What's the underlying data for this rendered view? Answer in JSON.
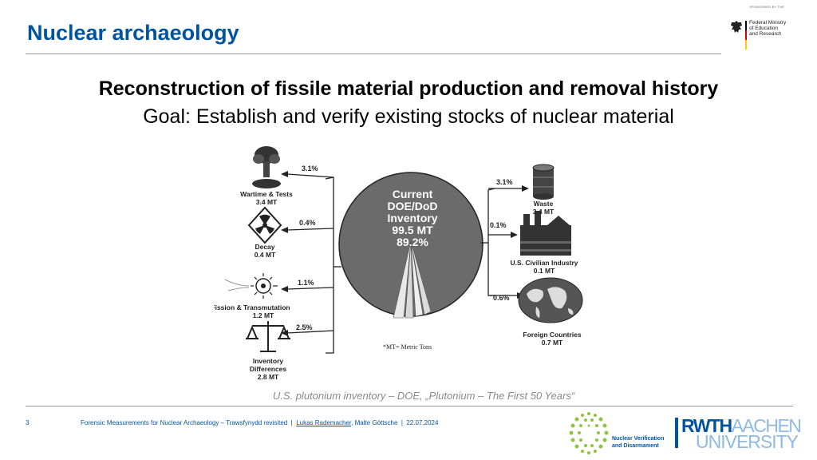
{
  "header": {
    "title": "Nuclear archaeology",
    "sponsor": {
      "tagline": "SPONSORED BY THE",
      "name_lines": [
        "Federal Ministry",
        "of Education",
        "and Research"
      ]
    }
  },
  "main": {
    "heading": "Reconstruction of fissile material production and removal history",
    "goal": "Goal: Establish and verify existing stocks of nuclear material"
  },
  "figure": {
    "center": {
      "lines": [
        "Current",
        "DOE/DoD",
        "Inventory",
        "99.5 MT",
        "89.2%"
      ]
    },
    "left_items": [
      {
        "name": "Wartime & Tests",
        "amount": "3.4 MT",
        "percent": "3.1%",
        "icon": "mushroom-cloud-icon"
      },
      {
        "name": "Decay",
        "amount": "0.4 MT",
        "percent": "0.4%",
        "icon": "radiation-diamond-icon"
      },
      {
        "name": "Fission & Transmutation",
        "amount": "1.2 MT",
        "percent": "1.1%",
        "icon": "starburst-icon"
      },
      {
        "name_lines": [
          "Inventory",
          "Differences"
        ],
        "amount": "2.8 MT",
        "percent": "2.5%",
        "icon": "balance-scale-icon"
      }
    ],
    "right_items": [
      {
        "name": "Waste",
        "amount": "3.4 MT",
        "percent": "3.1%",
        "icon": "waste-drum-icon"
      },
      {
        "name": "U.S. Civilian Industry",
        "amount": "0.1 MT",
        "percent": "0.1%",
        "icon": "factory-icon"
      },
      {
        "name": "Foreign Countries",
        "amount": "0.7 MT",
        "percent": "0.6%",
        "icon": "world-map-icon"
      }
    ],
    "footnote": "*MT= Metric Tons"
  },
  "caption": "U.S. plutonium inventory – DOE, „Plutonium – The First 50 Years“",
  "footer": {
    "page_number": "3",
    "text": "Forensic Measurements for Nuclear Archaeology – Trawsfynydd revisited  |  ",
    "author_link": "Lukas Rademacher",
    "text_after": ", Malte Göttsche  |  22.07.2024",
    "nvd": {
      "line1": "Nuclear Verification",
      "line2": "and Disarmament"
    },
    "rwth": {
      "line1_strong": "RWTH",
      "line1_light": "AACHEN",
      "line2": "UNIVERSITY"
    }
  },
  "colors": {
    "brand_blue": "#00549f",
    "light_blue": "#8ebae5",
    "nvd_green": "#8cc63f",
    "pie_gray": "#6b6b6b"
  }
}
